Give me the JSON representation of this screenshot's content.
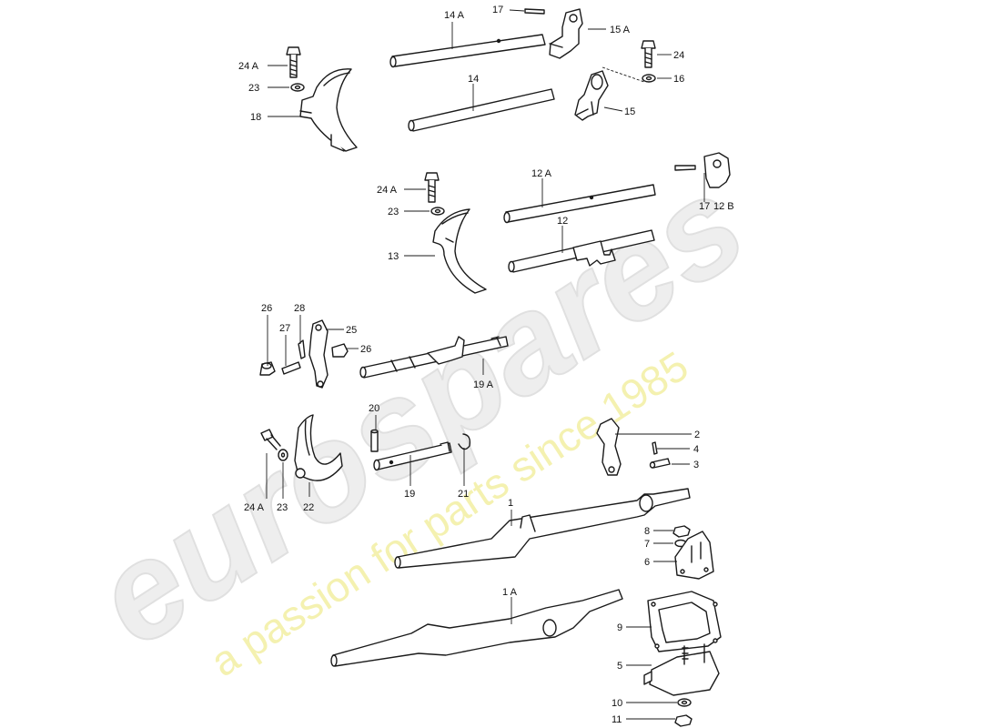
{
  "watermark": {
    "brand": "eurospares",
    "tagline": "a passion for parts since 1985",
    "brand_color": "#e6e6e6",
    "tagline_color": "#f3f0a8"
  },
  "labels": {
    "l14A": "14 A",
    "l17a": "17",
    "l15A": "15 A",
    "l24Aa": "24 A",
    "l23a": "23",
    "l18": "18",
    "l14": "14",
    "l24a": "24",
    "l16": "16",
    "l15": "15",
    "l12A": "12 A",
    "l24Ab": "24 A",
    "l23b": "23",
    "l17b": "17",
    "l12B": "12 B",
    "l12": "12",
    "l13": "13",
    "l26a": "26",
    "l28": "28",
    "l27": "27",
    "l25": "25",
    "l26b": "26",
    "l19A": "19 A",
    "l20": "20",
    "l2": "2",
    "l4": "4",
    "l3": "3",
    "l24Ac": "24 A",
    "l23c": "23",
    "l22": "22",
    "l19": "19",
    "l21": "21",
    "l1": "1",
    "l8": "8",
    "l7": "7",
    "l6": "6",
    "l1A": "1 A",
    "l9": "9",
    "l5": "5",
    "l10": "10",
    "l11": "11"
  },
  "colors": {
    "line": "#1a1a1a",
    "fill": "#ffffff"
  }
}
